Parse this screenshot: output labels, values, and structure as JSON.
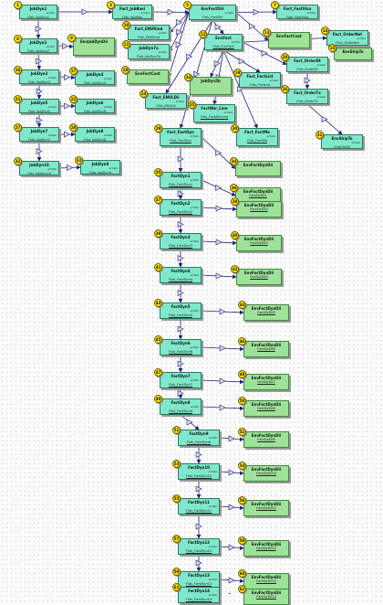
{
  "nodes": [
    {
      "id": "jobdyn1",
      "title": "JobDyn1",
      "sub": "artists",
      "ref": "Flds_JobDyn1",
      "type": "fn",
      "badge": "1"
    },
    {
      "id": "fact_jobbasi",
      "title": "Fact_JobBasi",
      "sub": "artists",
      "ref": "Flds_JobBasi",
      "type": "fn",
      "badge": "3"
    },
    {
      "id": "envfactdiii",
      "title": "EnvFactDiii",
      "sub": "artists",
      "ref": "Flds_FactDiii",
      "type": "fn",
      "badge": "5"
    },
    {
      "id": "fact_fastvisa",
      "title": "Fact_FastVisa",
      "sub": "artists",
      "ref": "Flds_FastVisa",
      "type": "fn",
      "badge": "7"
    },
    {
      "id": "jobdyn2",
      "title": "JobDyn2",
      "sub": "artists",
      "ref": "Flds_JobDyn2",
      "type": "fn",
      "badge": "8"
    },
    {
      "id": "envjobdyndii",
      "title": "EnvJobDynDii",
      "sub": "",
      "ref": "",
      "type": "agg",
      "badge": "9"
    },
    {
      "id": "fact_envkind",
      "title": "Fact_ENVKind",
      "sub": "artists",
      "ref": "Flds_ENVKind",
      "type": "fn",
      "badge": "10"
    },
    {
      "id": "jobdyn7a",
      "title": "JobDyn7a",
      "sub": "artists",
      "ref": "Flds_JobDyn7a",
      "type": "fn",
      "badge": "11"
    },
    {
      "id": "envfact",
      "title": "EnvFact",
      "sub": "artists",
      "ref": "Flds_EnvFact",
      "type": "fn",
      "badge": "12"
    },
    {
      "id": "envfactcost",
      "title": "EnvFactCost",
      "sub": "",
      "ref": "",
      "type": "agg",
      "badge": "13"
    },
    {
      "id": "fact_ordernet",
      "title": "Fact_OrderNet",
      "sub": "artists",
      "ref": "Flds_OrderNet",
      "type": "fn",
      "badge": "14"
    },
    {
      "id": "envshipto_top",
      "title": "EnvShipTo",
      "sub": "",
      "ref": "",
      "type": "agg",
      "badge": "15"
    },
    {
      "id": "jobdyn3",
      "title": "JobDyn3",
      "sub": "artists",
      "ref": "Flds_JobDyn3",
      "type": "fn",
      "badge": "16"
    },
    {
      "id": "jobdyn4",
      "title": "JobDyn4",
      "sub": "artists",
      "ref": "Flds_JobDyn4",
      "type": "fn",
      "badge": "17"
    },
    {
      "id": "envfactcost2",
      "title": "EnvFactCost",
      "sub": "",
      "ref": "",
      "type": "agg",
      "badge": "18"
    },
    {
      "id": "fact_factlist",
      "title": "Fact_FactList",
      "sub": "artists",
      "ref": "Flds_FactList",
      "type": "fn",
      "badge": "19"
    },
    {
      "id": "fact_orderdt",
      "title": "Fact_OrderDt",
      "sub": "artists",
      "ref": "Flds_OrderDt",
      "type": "fn",
      "badge": "20"
    },
    {
      "id": "jobdyn5",
      "title": "JobDyn5",
      "sub": "artists",
      "ref": "Flds_JobDyn5",
      "type": "fn",
      "badge": "21"
    },
    {
      "id": "jobdyn6",
      "title": "JobDyn6",
      "sub": "artists",
      "ref": "Flds_JobDyn6",
      "type": "fn",
      "badge": "22"
    },
    {
      "id": "fact_envldii",
      "title": "Fact_ENVLDii",
      "sub": "artists",
      "ref": "Flds_ENVLD",
      "type": "fn",
      "badge": "23"
    },
    {
      "id": "jobdyn5b",
      "title": "JobDyn5b",
      "sub": "",
      "ref": "",
      "type": "agg",
      "badge": "24"
    },
    {
      "id": "factnbr_line",
      "title": "FactNbr_Line",
      "sub": "artists",
      "ref": "Flds_FactNbrLine",
      "type": "fn",
      "badge": "25"
    },
    {
      "id": "fact_ordertx",
      "title": "Fact_OrderTx",
      "sub": "artists",
      "ref": "Flds_OrderTx",
      "type": "fn",
      "badge": "26"
    },
    {
      "id": "jobdyn7",
      "title": "JobDyn7",
      "sub": "artists",
      "ref": "Flds_JobDyn7",
      "type": "fn",
      "badge": "27"
    },
    {
      "id": "jobdyn8",
      "title": "JobDyn8",
      "sub": "artists",
      "ref": "Flds_JobDyn8",
      "type": "fn",
      "badge": "28"
    },
    {
      "id": "fact_factdyn",
      "title": "Fact_FactDyn",
      "sub": "artists",
      "ref": "Flds_FactDyn",
      "type": "fn",
      "badge": "29"
    },
    {
      "id": "fact_factme",
      "title": "Fact_FactMe",
      "sub": "artists",
      "ref": "Flds_FactMe",
      "type": "fn",
      "badge": "30"
    },
    {
      "id": "envshipto",
      "title": "EnvShipTo",
      "sub": "artists",
      "ref": "ShipToDiii",
      "type": "fn",
      "badge": "31"
    },
    {
      "id": "jobdyn10",
      "title": "JobDyn10",
      "sub": "artists",
      "ref": "Flds_JobDyn10",
      "type": "fn",
      "badge": "32"
    },
    {
      "id": "jobdyn9",
      "title": "JobDyn9",
      "sub": "artists",
      "ref": "Flds_JobDyn9",
      "type": "fn",
      "badge": "33"
    },
    {
      "id": "envfactdyndii",
      "title": "EnvFactDynDii",
      "sub": "",
      "ref": "",
      "type": "agg",
      "badge": "34"
    },
    {
      "id": "factdyn1",
      "title": "FactDyn1",
      "sub": "artists",
      "ref": "Flds_FactDyn1",
      "type": "fn",
      "badge": "35"
    },
    {
      "id": "f_agg1",
      "title": "EnvFactDynDii",
      "sub": "",
      "ref": "FactDyDii1",
      "type": "agg",
      "badge": "36"
    },
    {
      "id": "factdyn2",
      "title": "FactDyn2",
      "sub": "artists",
      "ref": "Flds_FactDyn2",
      "type": "fn",
      "badge": "37"
    },
    {
      "id": "f_agg2",
      "title": "EnvFactDynDii",
      "sub": "",
      "ref": "FactDyDii2",
      "type": "agg",
      "badge": "38"
    },
    {
      "id": "factdyn3",
      "title": "FactDyn3",
      "sub": "artists",
      "ref": "Flds_FactDyn3",
      "type": "fn",
      "badge": "39"
    },
    {
      "id": "f_agg3",
      "title": "EnvFactDynDii",
      "sub": "",
      "ref": "FactDyDii3",
      "type": "agg",
      "badge": "40"
    },
    {
      "id": "factdyn4",
      "title": "FactDyn4",
      "sub": "artists",
      "ref": "Flds_FactDyn4",
      "type": "fn",
      "badge": "41"
    },
    {
      "id": "f_agg4",
      "title": "EnvFactDynDii",
      "sub": "",
      "ref": "FactDyDii4",
      "type": "agg",
      "badge": "42"
    },
    {
      "id": "factdyn5",
      "title": "FactDyn5",
      "sub": "artists",
      "ref": "Flds_FactDyn5",
      "type": "fn",
      "badge": "43"
    },
    {
      "id": "f_agg5",
      "title": "EnvFactDynDii",
      "sub": "",
      "ref": "FactDyDii5",
      "type": "agg",
      "badge": "44"
    },
    {
      "id": "factdyn6",
      "title": "FactDyn6",
      "sub": "artists",
      "ref": "Flds_FactDyn6",
      "type": "fn",
      "badge": "45"
    },
    {
      "id": "f_agg6",
      "title": "EnvFactDynDii",
      "sub": "",
      "ref": "FactDyDii6",
      "type": "agg",
      "badge": "46"
    },
    {
      "id": "factdyn7",
      "title": "FactDyn7",
      "sub": "artists",
      "ref": "Flds_FactDyn7",
      "type": "fn",
      "badge": "47"
    },
    {
      "id": "f_agg7",
      "title": "EnvFactDynDii",
      "sub": "",
      "ref": "FactDyDii7",
      "type": "agg",
      "badge": "48"
    },
    {
      "id": "factdyn8",
      "title": "FactDyn8",
      "sub": "artists",
      "ref": "Flds_FactDyn8",
      "type": "fn",
      "badge": "49"
    },
    {
      "id": "f_agg8",
      "title": "EnvFactDynDii",
      "sub": "",
      "ref": "FactDyDii8",
      "type": "agg",
      "badge": "50"
    },
    {
      "id": "factdyn9",
      "title": "FactDyn9",
      "sub": "artists",
      "ref": "Flds_FactDyn9",
      "type": "fn",
      "badge": "51"
    },
    {
      "id": "f_agg9",
      "title": "EnvFactDynDii",
      "sub": "",
      "ref": "FactDyDii9",
      "type": "agg",
      "badge": "52"
    },
    {
      "id": "factdyn10",
      "title": "FactDyn10",
      "sub": "artists",
      "ref": "Flds_FactDyn10",
      "type": "fn",
      "badge": "53"
    },
    {
      "id": "f_agg10",
      "title": "EnvFactDynDii",
      "sub": "",
      "ref": "FactDyDii10",
      "type": "agg",
      "badge": "54"
    },
    {
      "id": "factdyn11",
      "title": "FactDyn11",
      "sub": "artists",
      "ref": "Flds_FactDyn11",
      "type": "fn",
      "badge": "55"
    },
    {
      "id": "f_agg11",
      "title": "EnvFactDynDii",
      "sub": "",
      "ref": "FactDyDii11",
      "type": "agg",
      "badge": "56"
    },
    {
      "id": "factdyn12",
      "title": "FactDyn12",
      "sub": "artists",
      "ref": "Flds_FactDyn12",
      "type": "fn",
      "badge": "57"
    },
    {
      "id": "f_agg12",
      "title": "EnvFactDynDii",
      "sub": "",
      "ref": "FactDyDii12",
      "type": "agg",
      "badge": "58"
    },
    {
      "id": "factdyn13",
      "title": "FactDyn13",
      "sub": "artists",
      "ref": "Flds_FactDyn13",
      "type": "fn",
      "badge": "59"
    },
    {
      "id": "f_agg13",
      "title": "EnvFactDynDii",
      "sub": "",
      "ref": "FactDyDii13",
      "type": "agg",
      "badge": "60"
    },
    {
      "id": "factdyn14",
      "title": "FactDyn14",
      "sub": "artists",
      "ref": "Flds_FactDyn14",
      "type": "fn",
      "badge": "61"
    },
    {
      "id": "f_agg14",
      "title": "EnvFactDynDii",
      "sub": "",
      "ref": "FactDyDii14",
      "type": "agg",
      "badge": "62"
    }
  ],
  "edges": [
    [
      "jobdyn1",
      "fact_jobbasi"
    ],
    [
      "fact_jobbasi",
      "envfactdiii"
    ],
    [
      "envfactdiii",
      "fact_fastvisa"
    ],
    [
      "jobdyn1",
      "jobdyn2"
    ],
    [
      "jobdyn2",
      "envjobdyndii"
    ],
    [
      "envfactdiii",
      "fact_envkind"
    ],
    [
      "envfactdiii",
      "jobdyn7a"
    ],
    [
      "envfactdiii",
      "envfactcost"
    ],
    [
      "envfactdiii",
      "envfact"
    ],
    [
      "envfact",
      "fact_ordernet"
    ],
    [
      "fact_ordernet",
      "envshipto_top"
    ],
    [
      "jobdyn2",
      "jobdyn3"
    ],
    [
      "jobdyn3",
      "jobdyn4"
    ],
    [
      "envfactdiii",
      "envfactcost2"
    ],
    [
      "envfact",
      "fact_factlist"
    ],
    [
      "envfact",
      "fact_orderdt"
    ],
    [
      "jobdyn3",
      "jobdyn5"
    ],
    [
      "jobdyn5",
      "jobdyn6"
    ],
    [
      "envfactdiii",
      "fact_envldii"
    ],
    [
      "envfact",
      "jobdyn5b"
    ],
    [
      "envfact",
      "factnbr_line"
    ],
    [
      "fact_orderdt",
      "fact_ordertx"
    ],
    [
      "jobdyn5",
      "jobdyn7"
    ],
    [
      "jobdyn7",
      "jobdyn8"
    ],
    [
      "envfactdiii",
      "fact_factdyn"
    ],
    [
      "envfact",
      "fact_factme"
    ],
    [
      "fact_ordertx",
      "envshipto"
    ],
    [
      "jobdyn7",
      "jobdyn10"
    ],
    [
      "jobdyn10",
      "jobdyn9"
    ],
    [
      "fact_factdyn",
      "envfactdyndii"
    ],
    [
      "fact_factdyn",
      "factdyn1"
    ],
    [
      "factdyn1",
      "f_agg1"
    ],
    [
      "factdyn1",
      "factdyn2"
    ],
    [
      "factdyn2",
      "f_agg2"
    ],
    [
      "factdyn2",
      "factdyn3"
    ],
    [
      "factdyn3",
      "f_agg3"
    ],
    [
      "factdyn3",
      "factdyn4"
    ],
    [
      "factdyn4",
      "f_agg4"
    ],
    [
      "factdyn4",
      "factdyn5"
    ],
    [
      "factdyn5",
      "f_agg5"
    ],
    [
      "factdyn5",
      "factdyn6"
    ],
    [
      "factdyn6",
      "f_agg6"
    ],
    [
      "factdyn6",
      "factdyn7"
    ],
    [
      "factdyn7",
      "f_agg7"
    ],
    [
      "factdyn7",
      "factdyn8"
    ],
    [
      "factdyn8",
      "f_agg8"
    ],
    [
      "factdyn8",
      "factdyn9"
    ],
    [
      "factdyn9",
      "f_agg9"
    ],
    [
      "factdyn9",
      "factdyn10"
    ],
    [
      "factdyn10",
      "f_agg10"
    ],
    [
      "factdyn10",
      "factdyn11"
    ],
    [
      "factdyn11",
      "f_agg11"
    ],
    [
      "factdyn11",
      "factdyn12"
    ],
    [
      "factdyn12",
      "f_agg12"
    ],
    [
      "factdyn12",
      "factdyn13"
    ],
    [
      "factdyn13",
      "f_agg13"
    ],
    [
      "factdyn13",
      "factdyn14"
    ],
    [
      "factdyn14",
      "f_agg14"
    ]
  ],
  "colors": {
    "function": "#7fe8cc",
    "aggregate": "#9ee29a",
    "badge": "#ffe500",
    "edge": "#23237a"
  }
}
